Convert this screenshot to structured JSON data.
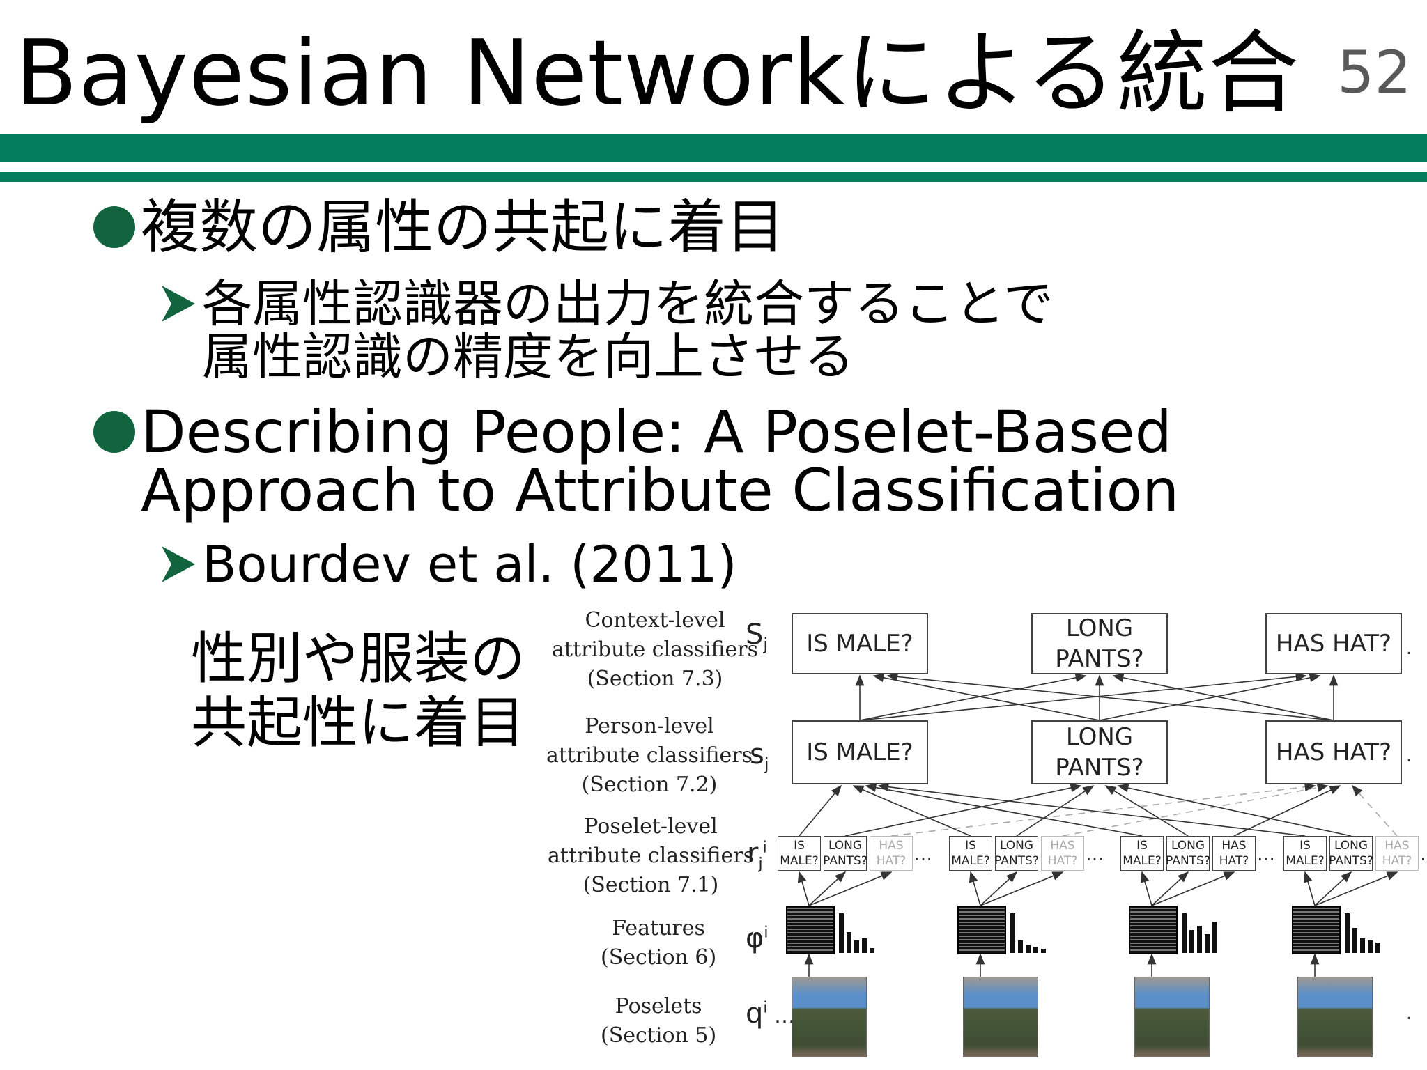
{
  "slide": {
    "title": "Bayesian Networkによる統合",
    "page_number": "52"
  },
  "bullets": [
    {
      "text": "複数の属性の共起に着目",
      "sub": [
        "各属性認識器の出力を統合することで",
        "属性認識の精度を向上させる"
      ]
    },
    {
      "text_lines": [
        "Describing People: A Poselet-Based",
        "Approach to Attribute Classification"
      ],
      "sub": [
        "Bourdev et al. (2011)"
      ]
    }
  ],
  "note": [
    "性別や服装の",
    "共起性に着目"
  ],
  "figure": {
    "levels": [
      {
        "lines": [
          "Context-level",
          "attribute classifiers",
          "(Section 7.3)"
        ],
        "symbol": "Sj"
      },
      {
        "lines": [
          "Person-level",
          "attribute classifiers",
          "(Section 7.2)"
        ],
        "symbol": "sj"
      },
      {
        "lines": [
          "Poselet-level",
          "attribute classifiers",
          "(Section 7.1)"
        ],
        "symbol": "rji"
      },
      {
        "lines": [
          "Features",
          "(Section 6)"
        ],
        "symbol": "φi"
      },
      {
        "lines": [
          "Poselets",
          "(Section 5)"
        ],
        "symbol": "qi"
      }
    ],
    "context_boxes": [
      "IS MALE?",
      "LONG PANTS?",
      "HAS HAT?"
    ],
    "person_boxes": [
      "IS MALE?",
      "LONG PANTS?",
      "HAS HAT?"
    ],
    "poselet_groups": [
      {
        "boxes": [
          {
            "text": "IS MALE?"
          },
          {
            "text": "LONG PANTS?"
          },
          {
            "text": "HAS HAT?",
            "faded": true
          }
        ]
      },
      {
        "boxes": [
          {
            "text": "IS MALE?"
          },
          {
            "text": "LONG PANTS?"
          },
          {
            "text": "HAS HAT?",
            "faded": true
          }
        ]
      },
      {
        "boxes": [
          {
            "text": "IS MALE?"
          },
          {
            "text": "LONG PANTS?"
          },
          {
            "text": "HAS HAT?"
          }
        ]
      },
      {
        "boxes": [
          {
            "text": "IS MALE?"
          },
          {
            "text": "LONG PANTS?"
          },
          {
            "text": "HAS HAT?",
            "faded": true
          }
        ]
      }
    ],
    "histograms": [
      [
        0.95,
        0.5,
        0.3,
        0.35,
        0.12
      ],
      [
        0.95,
        0.3,
        0.2,
        0.15,
        0.1
      ],
      [
        0.95,
        0.55,
        0.65,
        0.45,
        0.75
      ],
      [
        0.95,
        0.6,
        0.35,
        0.3,
        0.25
      ]
    ]
  }
}
